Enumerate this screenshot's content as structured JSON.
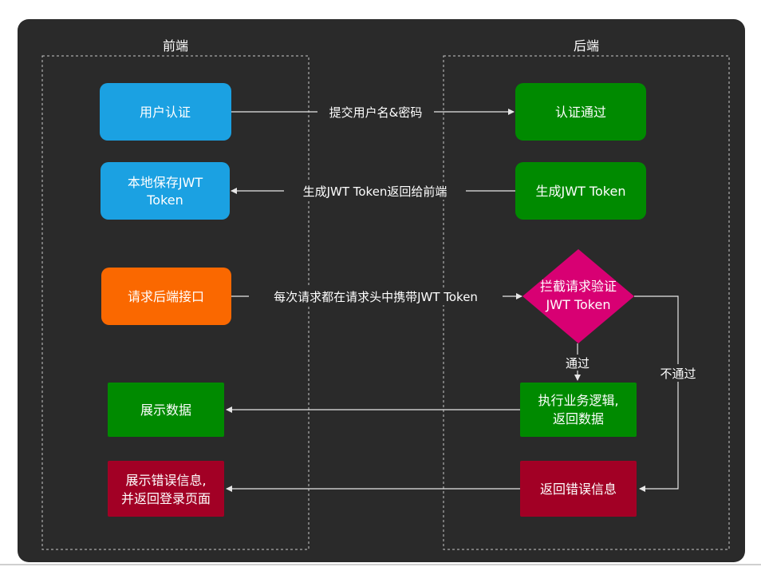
{
  "lanes": {
    "frontend": {
      "title": "前端"
    },
    "backend": {
      "title": "后端"
    }
  },
  "nodes": {
    "user_auth": {
      "lines": [
        "用户认证"
      ],
      "color": "#1ba1e2"
    },
    "store_token": {
      "lines": [
        "本地保存JWT",
        "Token"
      ],
      "color": "#1ba1e2"
    },
    "request_api": {
      "lines": [
        "请求后端接口"
      ],
      "color": "#fa6800"
    },
    "show_data": {
      "lines": [
        "展示数据"
      ],
      "color": "#008a00"
    },
    "show_error": {
      "lines": [
        "展示错误信息,",
        "并返回登录页面"
      ],
      "color": "#a20025"
    },
    "auth_passed": {
      "lines": [
        "认证通过"
      ],
      "color": "#008a00"
    },
    "gen_token": {
      "lines": [
        "生成JWT Token"
      ],
      "color": "#008a00"
    },
    "intercept_verify": {
      "lines": [
        "拦截请求验证",
        "JWT Token"
      ],
      "color": "#d80073"
    },
    "exec_logic": {
      "lines": [
        "执行业务逻辑,",
        "返回数据"
      ],
      "color": "#008a00"
    },
    "return_error": {
      "lines": [
        "返回错误信息"
      ],
      "color": "#a20025"
    }
  },
  "edges": {
    "submit_credentials": {
      "label": "提交用户名&密码"
    },
    "return_token": {
      "label": "生成JWT Token返回给前端"
    },
    "carry_token": {
      "label": "每次请求都在请求头中携带JWT Token"
    },
    "passed": {
      "label": "通过"
    },
    "not_passed": {
      "label": "不通过"
    },
    "return_data": {
      "label": ""
    },
    "return_error_info": {
      "label": ""
    }
  },
  "colors": {
    "background": "#2a2a2a",
    "edge": "#e6e6e6",
    "lane_border": "#c8c8c8"
  }
}
